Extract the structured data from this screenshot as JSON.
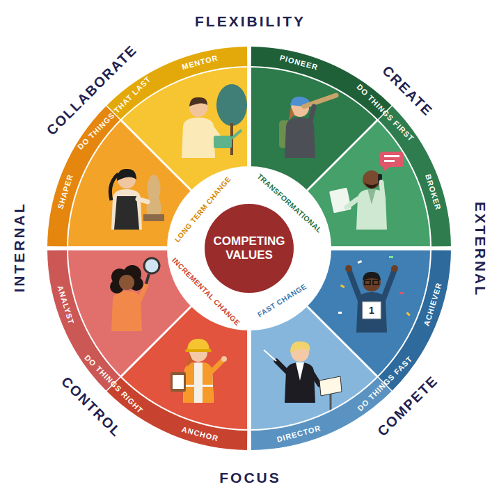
{
  "diagram": {
    "nodes": [
      {
        "text": [
          "MENTOR"
        ]
      },
      {
        "text": [
          "PIONEER"
        ]
      },
      {
        "text": [
          "BROKER"
        ]
      },
      {
        "text": [
          "ACHIEVER"
        ]
      },
      {
        "text": [
          "DIRECTOR"
        ]
      },
      {
        "text": [
          "ANCHOR"
        ]
      },
      {
        "text": [
          "ANALYST"
        ]
      },
      {
        "text": [
          "SHAPER"
        ]
      },
      {
        "text": [
          "COMPETING VALUES"
        ]
      }
    ],
    "labels": [
      "FLEXIBILITY",
      "COLLABORATE",
      "CREATE",
      "DO THINGS THAT LAST",
      "DO THINGS FIRST",
      "LONG TERM CHANGE",
      "TRANSFORMATIONAL",
      "INTERNAL",
      "EXTERNAL",
      "INCREMENTAL CHANGE",
      "FAST CHANGE",
      "1",
      "DO THINGS RIGHT",
      "DO THINGS FAST",
      "CONTROL",
      "COMPETE",
      "FOCUS"
    ]
  }
}
